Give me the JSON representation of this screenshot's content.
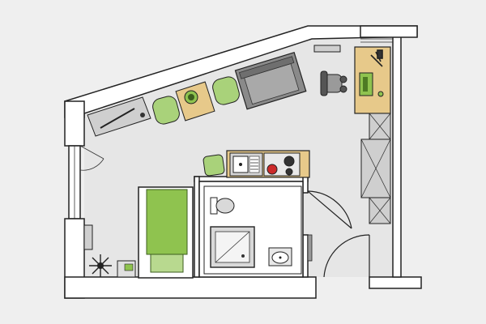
{
  "palette": {
    "background": "#efefef",
    "floor": "#e6e6e6",
    "wall": "#ffffff",
    "outline": "#222222",
    "accent_green": "#8fc34f",
    "wood": "#e7c98a",
    "dark_gray": "#6f6f6f",
    "light_gray": "#cfcfcf",
    "red": "#cc2a2a"
  },
  "rooms": [
    {
      "name": "main-room",
      "type": "studio"
    },
    {
      "name": "bathroom",
      "type": "bathroom"
    }
  ],
  "furniture": [
    "bed",
    "sofa",
    "desk",
    "office-chair",
    "kitchenette",
    "sink",
    "stove",
    "toilet",
    "shower",
    "washbasin",
    "wardrobe",
    "armchair",
    "side-table",
    "plant",
    "sideboard"
  ]
}
